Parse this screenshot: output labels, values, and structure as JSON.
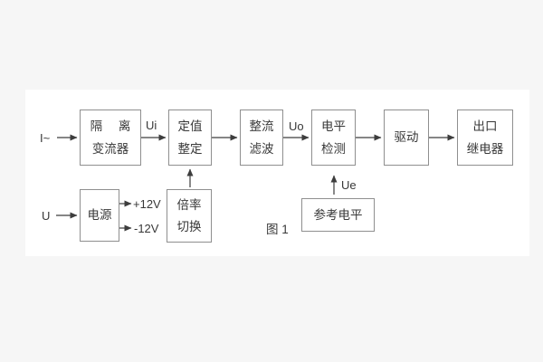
{
  "figure": {
    "caption": "图 1"
  },
  "inputs": {
    "current": "I~",
    "voltage": "U"
  },
  "signal_labels": {
    "ui": "Ui",
    "uo": "Uo",
    "ue": "Ue"
  },
  "power_rails": {
    "positive": "+12V",
    "negative": "-12V"
  },
  "blocks": {
    "isolation_transformer": {
      "line1": "隔 离",
      "line2": "变流器"
    },
    "setpoint_adjust": {
      "line1": "定值",
      "line2": "整定"
    },
    "rectify_filter": {
      "line1": "整流",
      "line2": "滤波"
    },
    "level_detect": {
      "line1": "电平",
      "line2": "检测"
    },
    "drive": {
      "line1": "驱动"
    },
    "output_relay": {
      "line1": "出口",
      "line2": "继电器"
    },
    "power_supply": {
      "line1": "电源"
    },
    "ratio_switch": {
      "line1": "倍率",
      "line2": "切换"
    },
    "reference_level": {
      "line1": "参考电平"
    }
  },
  "colors": {
    "line": "#3d3d3d",
    "box_border": "#8f8f8f",
    "text": "#383838",
    "panel": "#ffffff",
    "page_background": "#f6f6f6"
  }
}
